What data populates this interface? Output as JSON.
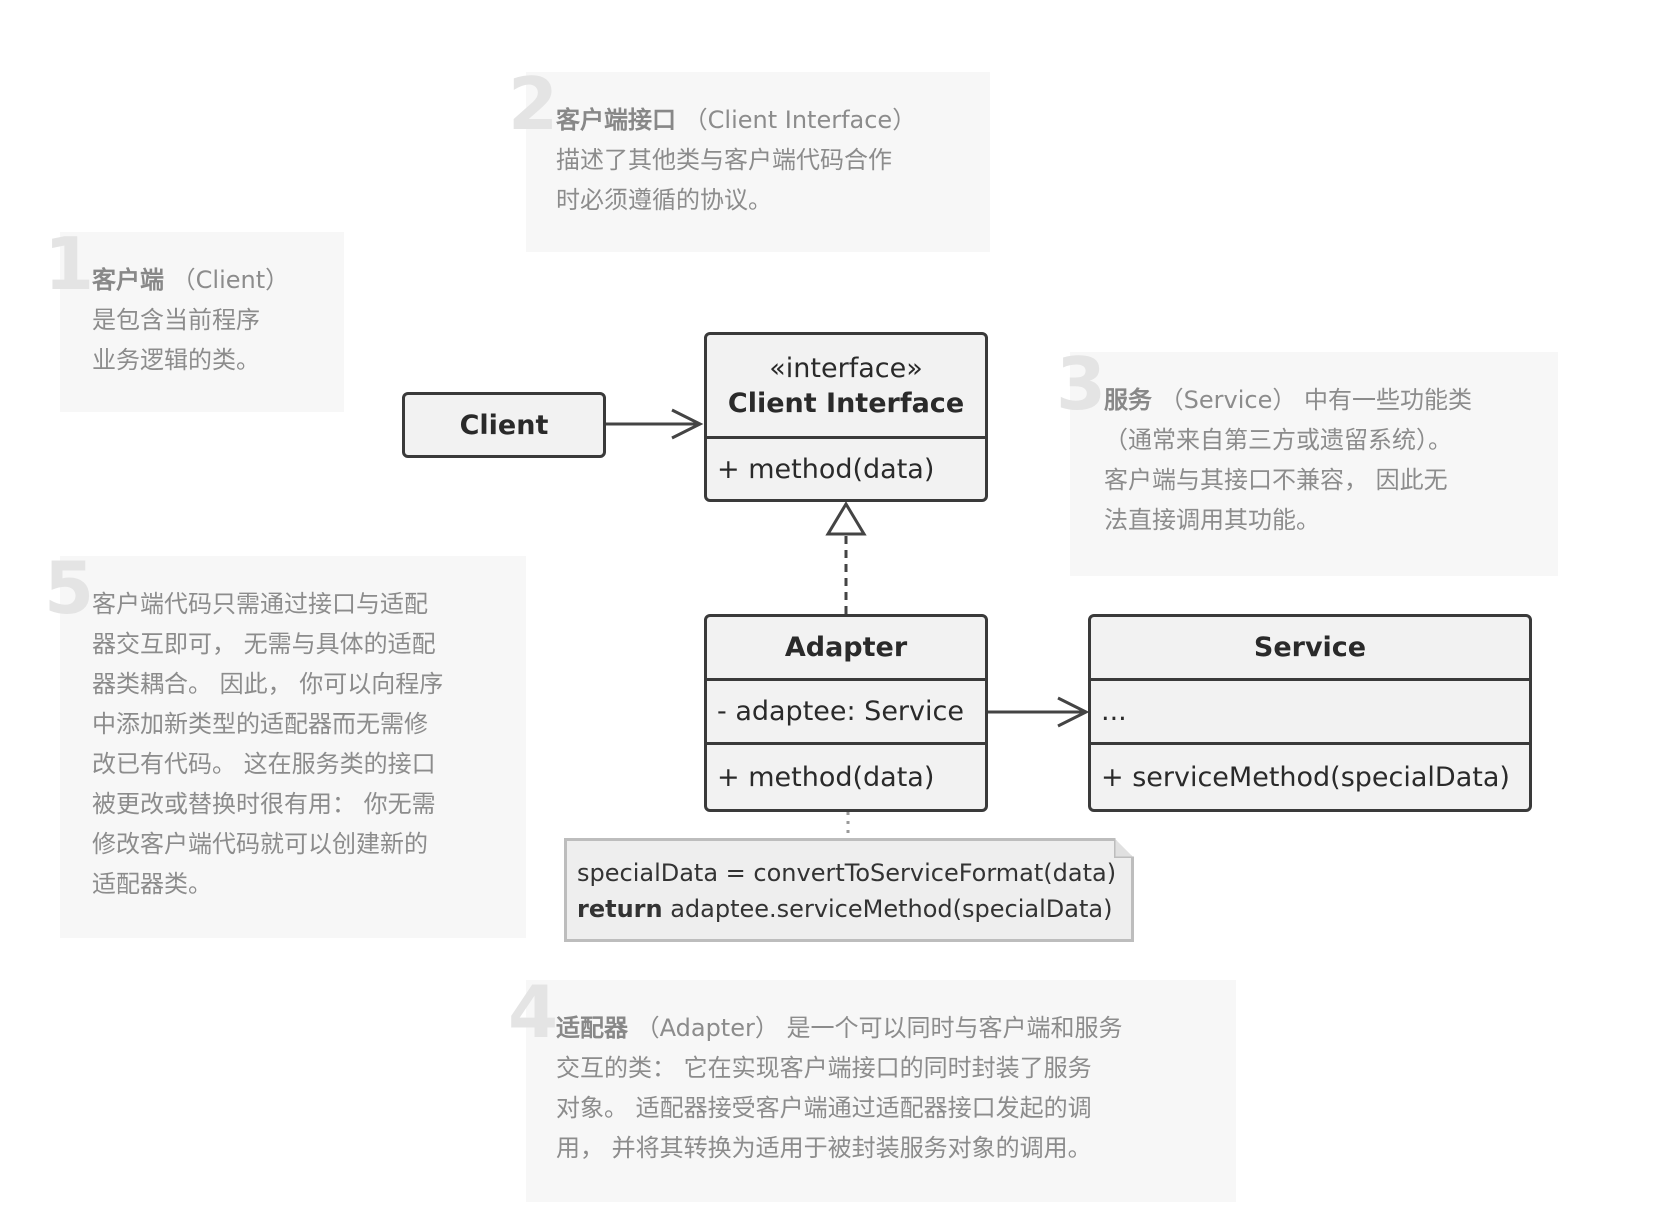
{
  "notes": [
    {
      "num": "1",
      "title": "客户端",
      "body_lines": [
        "（Client）",
        "是包含当前程序",
        "业务逻辑的类。"
      ]
    },
    {
      "num": "2",
      "title": "客户端接口",
      "body_lines": [
        "（Client Interface）",
        "描述了其他类与客户端代码合作",
        "时必须遵循的协议。"
      ]
    },
    {
      "num": "3",
      "title": "服务",
      "body_lines": [
        "（Service） 中有一些功能类",
        "（通常来自第三方或遗留系统）。",
        "客户端与其接口不兼容， 因此无",
        "法直接调用其功能。"
      ]
    },
    {
      "num": "4",
      "title": "适配器",
      "body_lines": [
        "（Adapter） 是一个可以同时与客户端和服务",
        "交互的类： 它在实现客户端接口的同时封装了服务",
        "对象。 适配器接受客户端通过适配器接口发起的调",
        "用， 并将其转换为适用于被封装服务对象的调用。"
      ]
    },
    {
      "num": "5",
      "title": "",
      "body_lines": [
        "客户端代码只需通过接口与适配",
        "器交互即可， 无需与具体的适配",
        "器类耦合。 因此， 你可以向程序",
        "中添加新类型的适配器而无需修",
        "改已有代码。 这在服务类的接口",
        "被更改或替换时很有用： 你无需",
        "修改客户端代码就可以创建新的",
        "适配器类。"
      ]
    }
  ],
  "classes": {
    "client": {
      "name": "Client"
    },
    "client_interface": {
      "stereotype": "«interface»",
      "name": "Client Interface",
      "method": "+ method(data)"
    },
    "adapter": {
      "name": "Adapter",
      "field": "- adaptee: Service",
      "method": "+ method(data)"
    },
    "service": {
      "name": "Service",
      "field": "...",
      "method": "+ serviceMethod(specialData)"
    }
  },
  "code_note": {
    "line1": "specialData = convertToServiceFormat(data)",
    "line2_keyword": "return",
    "line2_rest": " adaptee.serviceMethod(specialData)"
  }
}
